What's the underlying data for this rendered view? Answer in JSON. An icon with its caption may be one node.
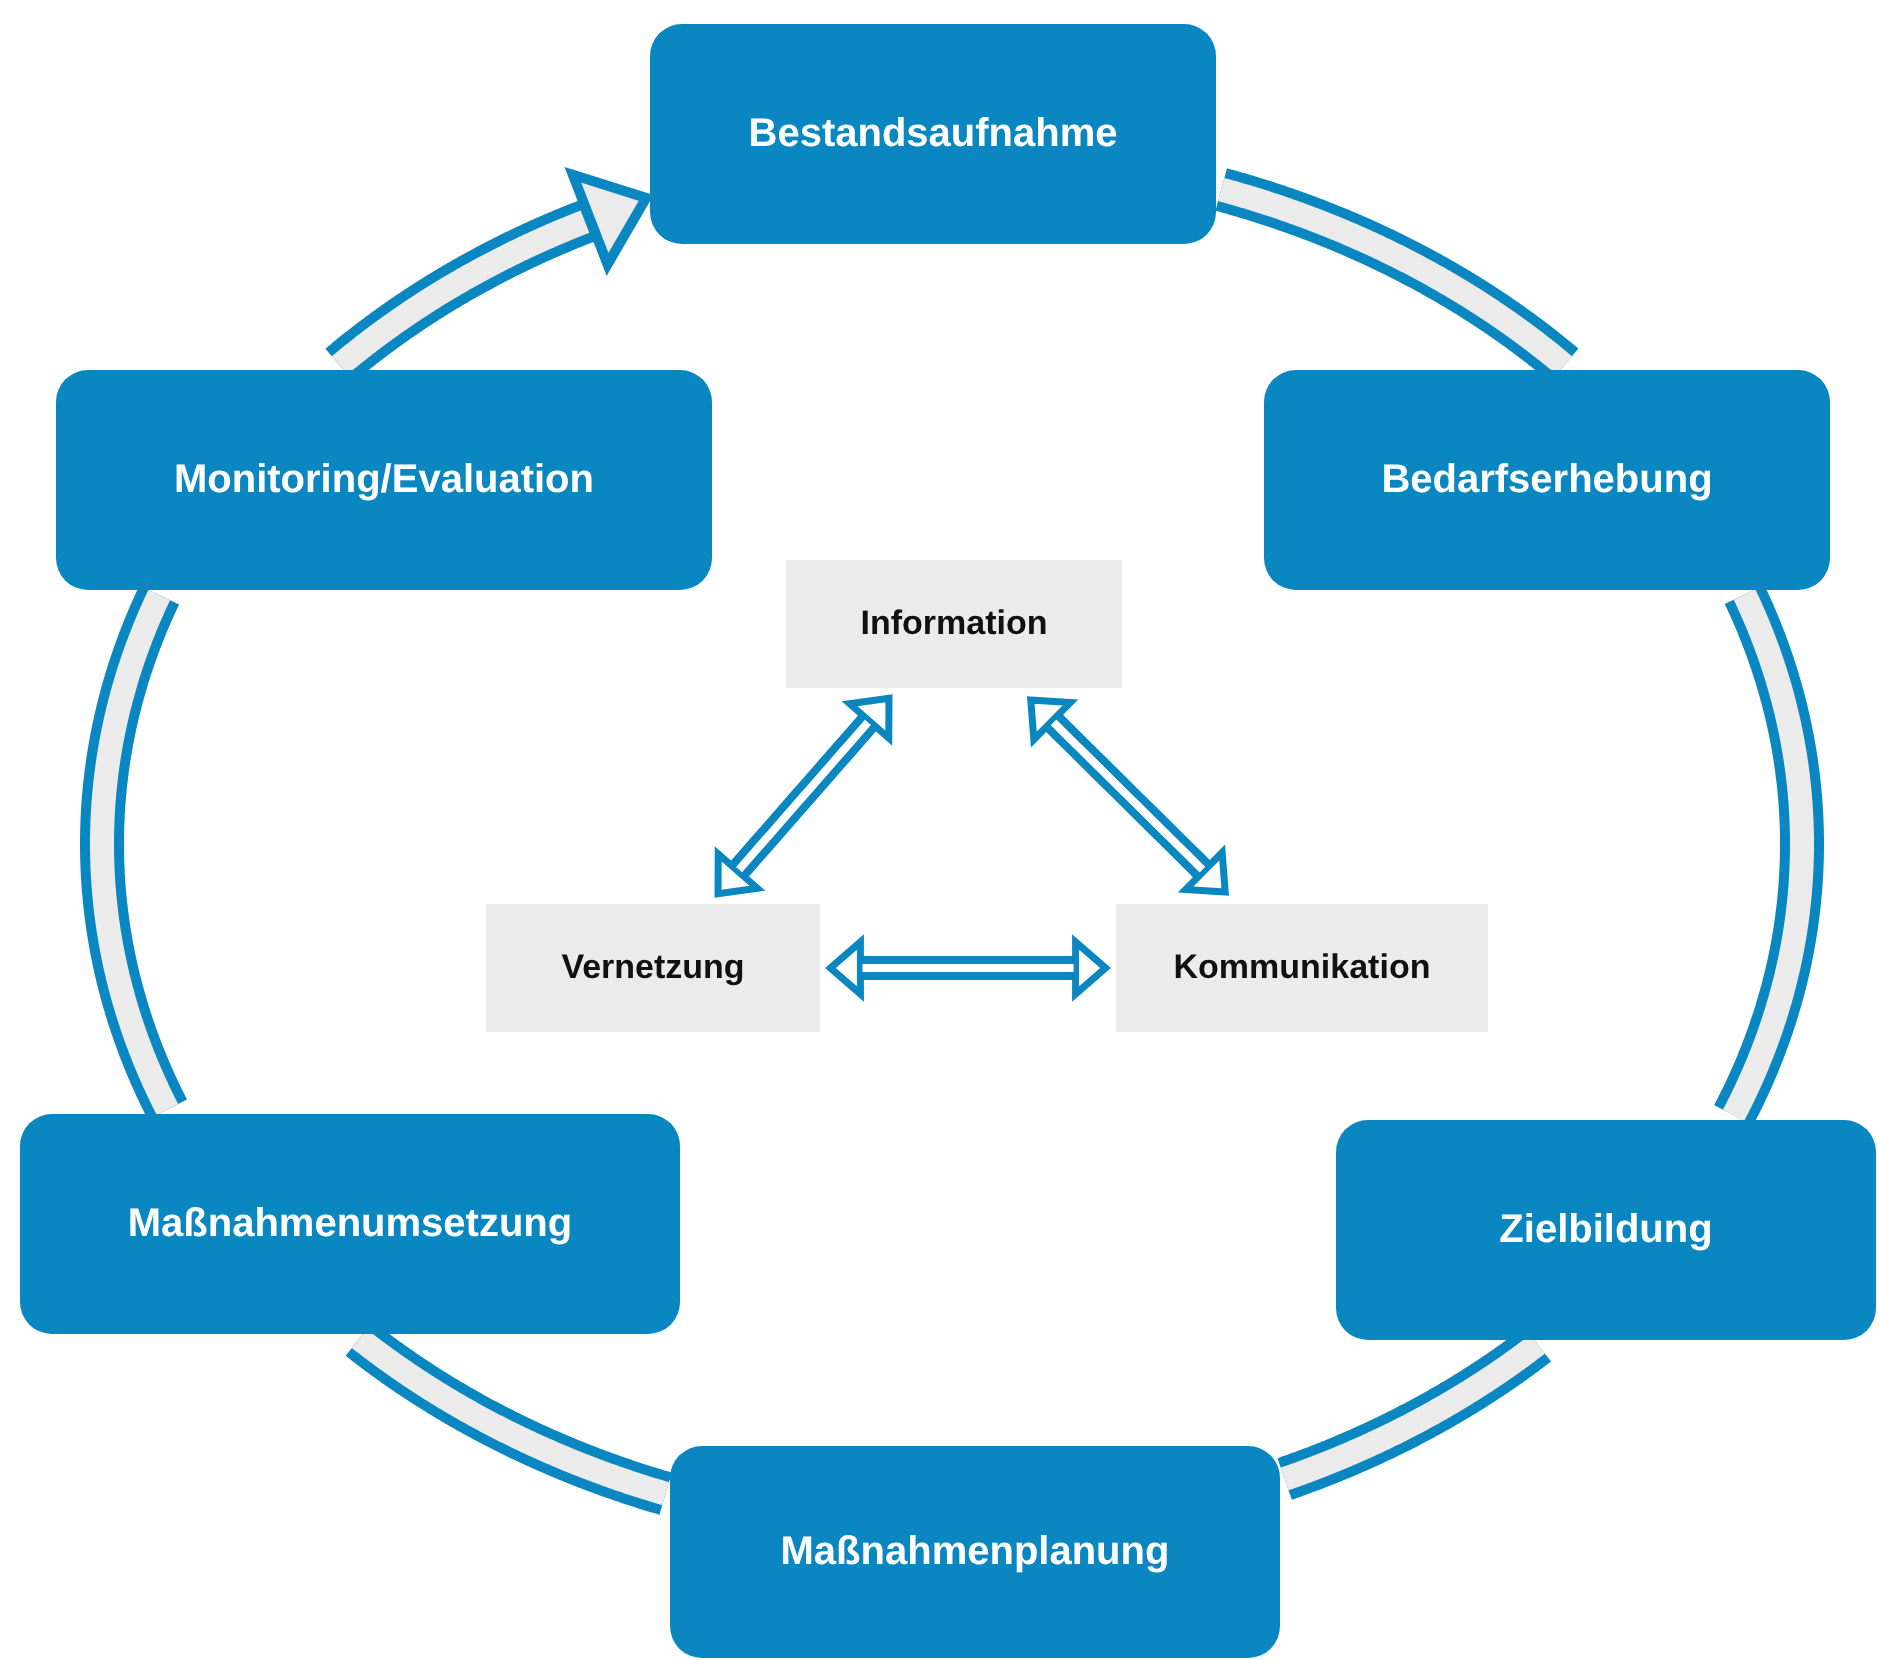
{
  "diagram": {
    "nodes": [
      {
        "text": [
          "Bestandsaufnahme"
        ]
      },
      {
        "text": [
          "Monitoring/Evaluation"
        ]
      },
      {
        "text": [
          "Bedarfserhebung"
        ]
      },
      {
        "text": [
          "Information"
        ]
      },
      {
        "text": [
          "Vernetzung"
        ]
      },
      {
        "text": [
          "Kommunikation"
        ]
      },
      {
        "text": [
          "Maßnahmenumsetzung"
        ]
      },
      {
        "text": [
          "Zielbildung"
        ]
      },
      {
        "text": [
          "Maßnahmenplanung"
        ]
      }
    ],
    "edges": [
      {
        "from": 0,
        "to": 2,
        "arrow": "none"
      },
      {
        "from": 2,
        "to": 7,
        "arrow": "none"
      },
      {
        "from": 7,
        "to": 8,
        "arrow": "none"
      },
      {
        "from": 8,
        "to": 6,
        "arrow": "none"
      },
      {
        "from": 6,
        "to": 1,
        "arrow": "none"
      },
      {
        "from": 1,
        "to": 0,
        "arrow": "to"
      },
      {
        "from": 4,
        "to": 3,
        "arrow": "both"
      },
      {
        "from": 3,
        "to": 5,
        "arrow": "both"
      },
      {
        "from": 4,
        "to": 5,
        "arrow": "both"
      }
    ]
  }
}
